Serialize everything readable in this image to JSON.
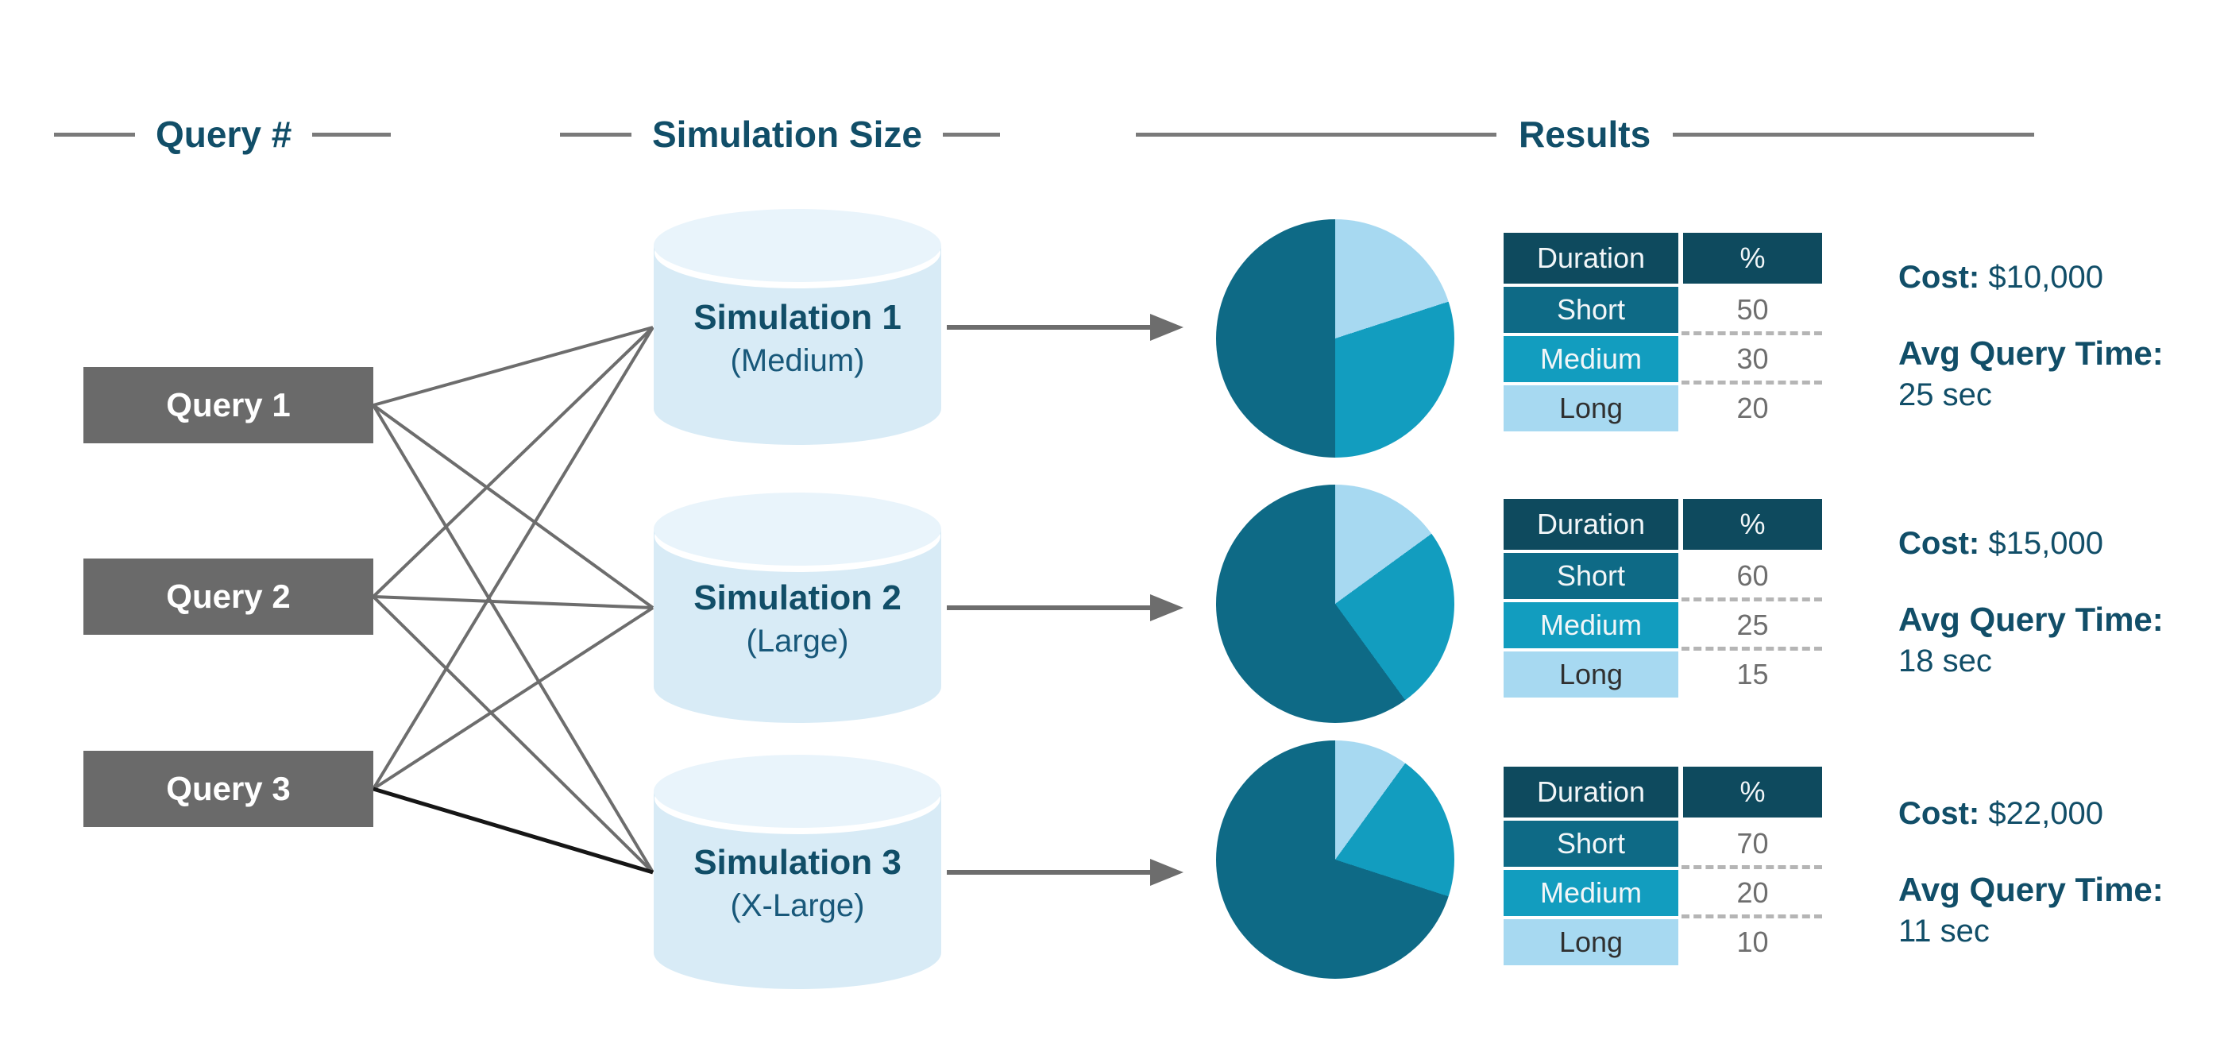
{
  "title": "Query simulation results diagram",
  "palette": {
    "text_navy": "#114e68",
    "table_header": "#0e4a5e",
    "dark_teal": "#0e6a86",
    "medium_blue": "#129dbf",
    "light_blue": "#a7d9f1",
    "cylinder_fill": "#d8ebf6",
    "cylinder_top": "#e9f4fb",
    "query_box_gray": "#6a6a6a",
    "line_gray": "#6d6d6d",
    "value_gray": "#6e6e6e"
  },
  "section_headers": {
    "query": "Query #",
    "simulation": "Simulation Size",
    "results": "Results"
  },
  "queries": [
    "Query 1",
    "Query 2",
    "Query 3"
  ],
  "rows": [
    {
      "simulation_name": "Simulation 1",
      "simulation_size": "(Medium)",
      "table": {
        "duration_header": "Duration",
        "percent_header": "%",
        "rows": [
          {
            "label": "Short",
            "value": "50"
          },
          {
            "label": "Medium",
            "value": "30"
          },
          {
            "label": "Long",
            "value": "20"
          }
        ]
      },
      "pie": {
        "short_pct": 50,
        "medium_pct": 30,
        "long_pct": 20
      },
      "results": {
        "cost_label": "Cost:",
        "cost_value": "$10,000",
        "avg_label": "Avg Query Time:",
        "avg_value": "25 sec"
      }
    },
    {
      "simulation_name": "Simulation 2",
      "simulation_size": "(Large)",
      "table": {
        "duration_header": "Duration",
        "percent_header": "%",
        "rows": [
          {
            "label": "Short",
            "value": "60"
          },
          {
            "label": "Medium",
            "value": "25"
          },
          {
            "label": "Long",
            "value": "15"
          }
        ]
      },
      "pie": {
        "short_pct": 60,
        "medium_pct": 25,
        "long_pct": 15
      },
      "results": {
        "cost_label": "Cost:",
        "cost_value": "$15,000",
        "avg_label": "Avg Query Time:",
        "avg_value": "18 sec"
      }
    },
    {
      "simulation_name": "Simulation 3",
      "simulation_size": "(X-Large)",
      "table": {
        "duration_header": "Duration",
        "percent_header": "%",
        "rows": [
          {
            "label": "Short",
            "value": "70"
          },
          {
            "label": "Medium",
            "value": "20"
          },
          {
            "label": "Long",
            "value": "10"
          }
        ]
      },
      "pie": {
        "short_pct": 70,
        "medium_pct": 20,
        "long_pct": 10
      },
      "results": {
        "cost_label": "Cost:",
        "cost_value": "$22,000",
        "avg_label": "Avg Query Time:",
        "avg_value": "11 sec"
      }
    }
  ],
  "chart_data": [
    {
      "type": "pie",
      "title": "Simulation 1 (Medium) query duration mix",
      "labels": [
        "Short",
        "Medium",
        "Long"
      ],
      "values": [
        50,
        30,
        20
      ]
    },
    {
      "type": "pie",
      "title": "Simulation 2 (Large) query duration mix",
      "labels": [
        "Short",
        "Medium",
        "Long"
      ],
      "values": [
        60,
        25,
        15
      ]
    },
    {
      "type": "pie",
      "title": "Simulation 3 (X-Large) query duration mix",
      "labels": [
        "Short",
        "Medium",
        "Long"
      ],
      "values": [
        70,
        20,
        10
      ]
    }
  ]
}
